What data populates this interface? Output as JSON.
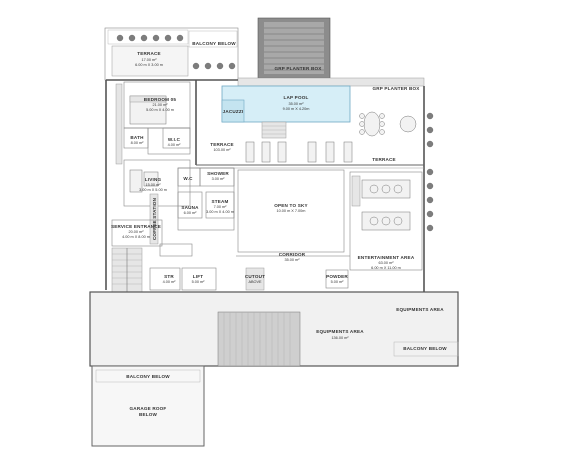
{
  "labels": {
    "balcony_top": "BALCONY BELOW",
    "terrace_top": "TERRACE",
    "terrace_top_area": "17.00 m²",
    "terrace_top_dim": "6.00 m X 3.00 m",
    "grp_planter": "GRP PLANTER BOX",
    "grp_planter_right": "GRP PLANTER BOX",
    "lap_pool": "LAP POOL",
    "lap_pool_area": "35.00 m²",
    "lap_pool_dim": "9.00 m X 4.20m",
    "jacuzzi": "JACUZZI",
    "bedroom": "BEDROOM 05",
    "bedroom_area": "21.00 m²",
    "bedroom_dim": "5.00 m X 4.00 m",
    "bath": "BATH",
    "bath_area": "8.00 m²",
    "wic": "W.I.C",
    "wic_area": "4.00 m²",
    "terrace_main": "TERRACE",
    "terrace_main_area": "103.00 m²",
    "terrace_right": "TERRACE",
    "living": "LIVING",
    "living_area": "15.00 m²",
    "living_dim": "3.00 m X 5.00 m",
    "shower": "SHOWER",
    "shower_area": "3.00 m²",
    "wc": "W.C",
    "sauna": "SAUNA",
    "sauna_area": "6.00 m²",
    "steam": "STEAM",
    "steam_area": "7.00 m²",
    "steam_dim": "3.00 m X 4.00 m",
    "open_to_sky": "OPEN TO SKY",
    "open_to_sky_dim": "10.00 m X 7.00m",
    "coffee_station": "COFFEE STATION",
    "service_entrance": "SERVICE ENTRANCE",
    "service_entrance_area": "20.00 m²",
    "service_entrance_dim": "4.00 m X 8.00 m",
    "corridor": "CORRIDOR",
    "corridor_area": "35.00 m²",
    "entertainment": "ENTERTAINMENT AREA",
    "entertainment_area": "63.00 m²",
    "entertainment_dim": "6.00 m X 11.00 m",
    "str": "STR",
    "str_area": "4.00 m²",
    "lift": "LIFT",
    "lift_area": "5.00 m²",
    "cutout": "CUTOUT",
    "cutout_sub": "ABOVE",
    "powder": "POWDER",
    "powder_area": "5.00 m²",
    "equip_right": "EQUIPMENTS AREA",
    "equip_main": "EQUIPMENTS AREA",
    "equip_main_area": "136.00 m²",
    "balcony_right": "BALCONY BELOW",
    "balcony_bottom": "BALCONY BELOW",
    "garage_roof_1": "GARAGE ROOF",
    "garage_roof_2": "BELOW"
  }
}
